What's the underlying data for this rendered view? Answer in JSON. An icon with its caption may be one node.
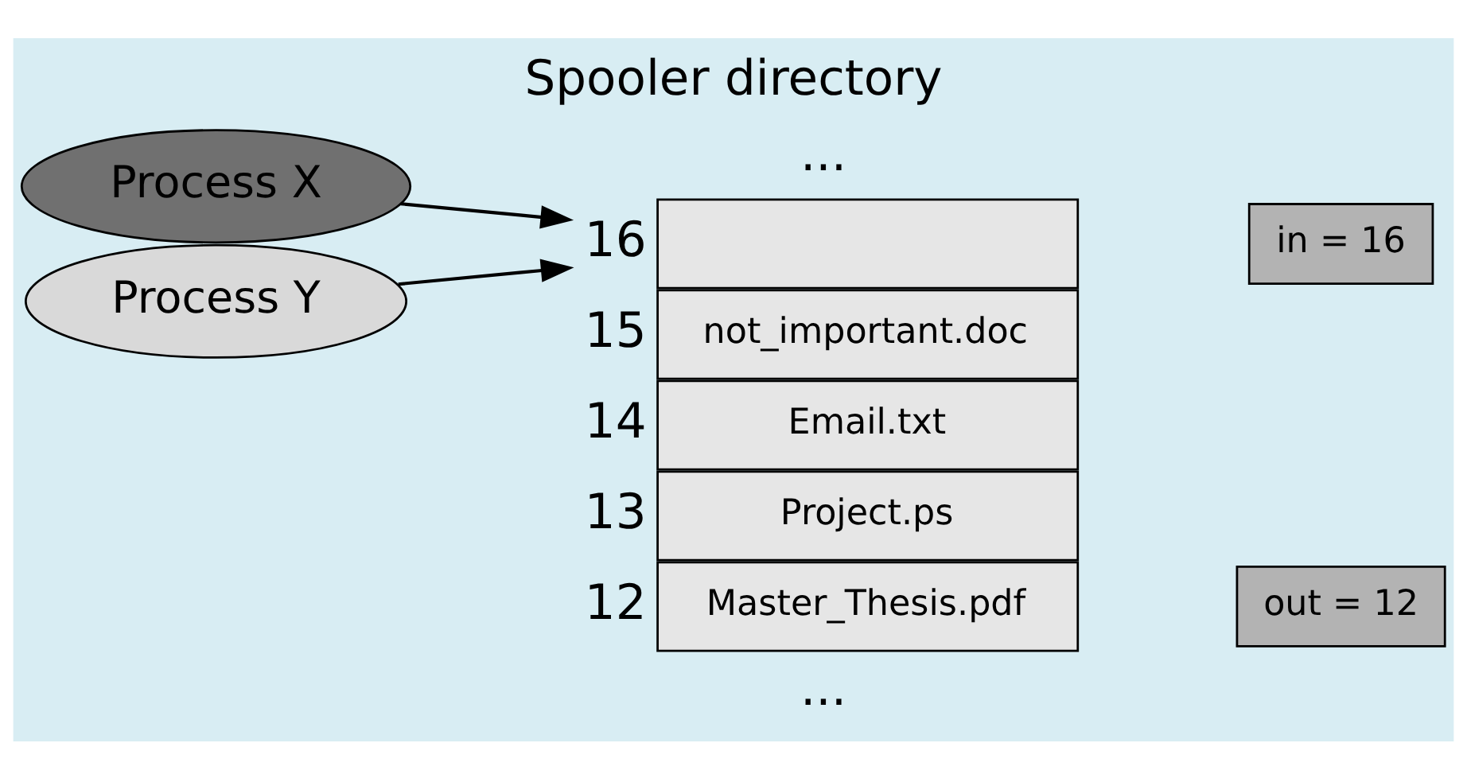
{
  "diagram": {
    "title": "Spooler directory",
    "nodes": [
      {
        "text": [
          "Master_Thesis.pdf"
        ],
        "beside": [
          "12"
        ]
      },
      {
        "text": [
          "Project.ps"
        ],
        "beside": [
          "13"
        ]
      },
      {
        "text": [
          "Email.txt"
        ],
        "beside": [
          "14"
        ]
      },
      {
        "text": [
          "not_important.doc"
        ],
        "beside": [
          "15"
        ]
      },
      {
        "text": [],
        "shape": "box",
        "beside": [
          "16"
        ]
      },
      {
        "text": [
          "out = 12"
        ]
      },
      {
        "text": [
          "in = 16"
        ]
      },
      {
        "text": [
          "Process X"
        ]
      },
      {
        "text": [
          "Process Y"
        ]
      }
    ],
    "edges": [
      {
        "from": 7,
        "to": 4,
        "arrow": "to"
      },
      {
        "from": 8,
        "to": 4,
        "arrow": "to"
      }
    ],
    "labels": [
      "...",
      "..."
    ]
  }
}
